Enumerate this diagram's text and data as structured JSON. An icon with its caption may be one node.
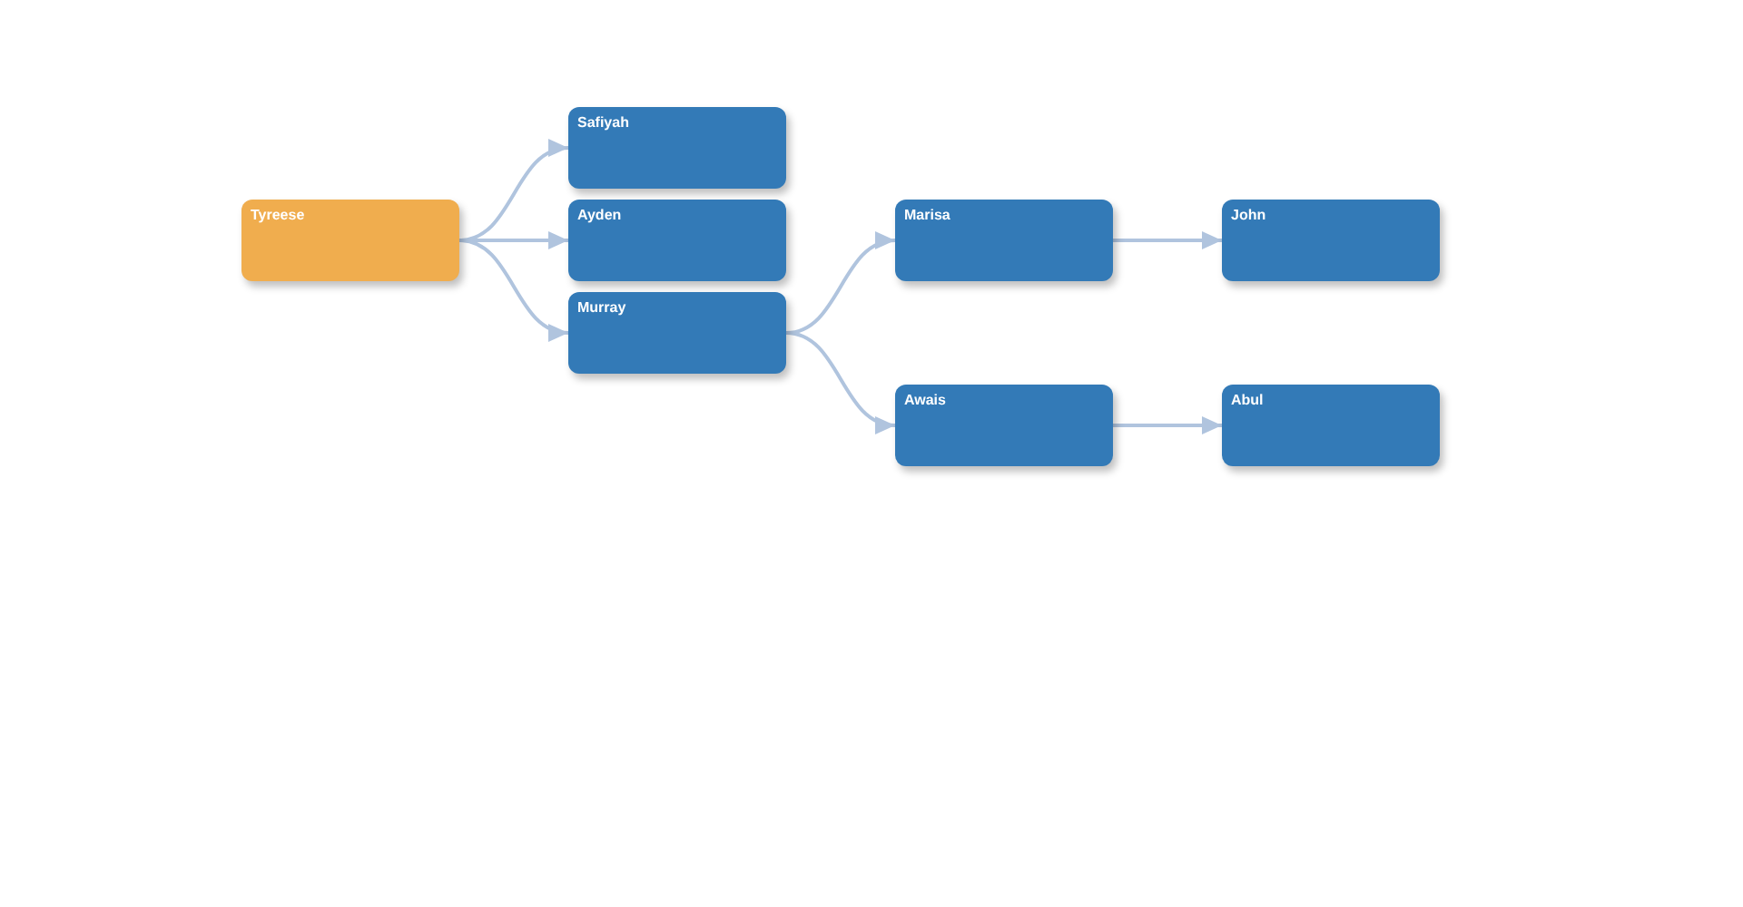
{
  "diagram": {
    "nodes": [
      {
        "text": [
          "Tyreese"
        ]
      },
      {
        "text": [
          "Safiyah"
        ]
      },
      {
        "text": [
          "Ayden"
        ]
      },
      {
        "text": [
          "Murray"
        ]
      },
      {
        "text": [
          "Marisa"
        ]
      },
      {
        "text": [
          "John"
        ]
      },
      {
        "text": [
          "Awais"
        ]
      },
      {
        "text": [
          "Abul"
        ]
      }
    ],
    "edges": [
      {
        "from": 0,
        "to": 1,
        "arrow": "to"
      },
      {
        "from": 0,
        "to": 2,
        "arrow": "to"
      },
      {
        "from": 0,
        "to": 3,
        "arrow": "to"
      },
      {
        "from": 3,
        "to": 4,
        "arrow": "to"
      },
      {
        "from": 4,
        "to": 5,
        "arrow": "to"
      },
      {
        "from": 3,
        "to": 6,
        "arrow": "to"
      },
      {
        "from": 6,
        "to": 7,
        "arrow": "to"
      }
    ]
  }
}
